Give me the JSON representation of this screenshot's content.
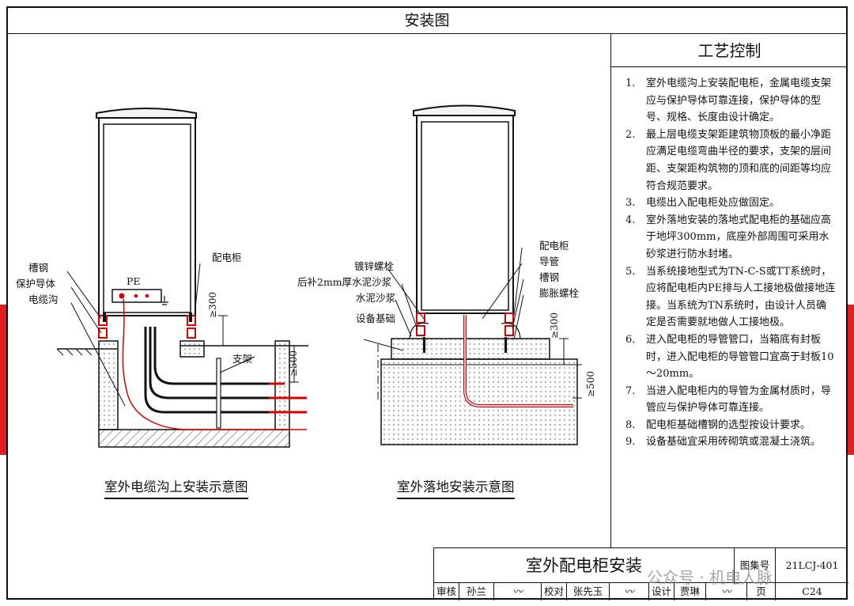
{
  "header": {
    "title": "安装图"
  },
  "process_control": {
    "title": "工艺控制",
    "notes": [
      {
        "num": "1.",
        "text": "室外电缆沟上安装配电柜，金属电缆支架应与保护导体可靠连接，保护导体的型号、规格、长度由设计确定。"
      },
      {
        "num": "2.",
        "text": "最上层电缆支架距建筑物顶板的最小净距应满足电缆弯曲半径的要求，支架的层间距、支架距构筑物的顶和底的间距等均应符合规范要求。"
      },
      {
        "num": "3.",
        "text": "电缆出入配电柜处应做固定。"
      },
      {
        "num": "4.",
        "text": "室外落地安装的落地式配电柜的基础应高于地坪300mm，底座外部周围可采用水砂浆进行防水封堵。"
      },
      {
        "num": "5.",
        "text": "当系统接地型式为TN-C-S或TT系统时，应将配电柜内PE排与人工接地极做接地连接。当系统为TN系统时，由设计人员确定是否需要就地做人工接地极。"
      },
      {
        "num": "6.",
        "text": "进入配电柜的导管管口，当箱底有封板时，进入配电柜的导管管口宜高于封板10～20mm。"
      },
      {
        "num": "7.",
        "text": "当进入配电柜内的导管为金属材质时，导管应与保护导体可靠连接。"
      },
      {
        "num": "8.",
        "text": "配电柜基础槽钢的选型按设计要求。"
      },
      {
        "num": "9.",
        "text": "设备基础宜采用砖砌筑或混凝土浇筑。"
      }
    ]
  },
  "diagram_left": {
    "caption": "室外电缆沟上安装示意图",
    "labels": {
      "channel_steel": "槽钢",
      "protective_conductor": "保护导体",
      "cable_trench": "电缆沟",
      "cabinet": "配电柜",
      "pe": "PE",
      "bracket": "支架",
      "dim_300": "≥300",
      "dim_500": "≥500"
    }
  },
  "diagram_right": {
    "caption": "室外落地安装示意图",
    "labels": {
      "cabinet": "配电柜",
      "galvanized_bolt": "镀锌螺栓",
      "conduit": "导管",
      "post_cement": "后补2mm厚水泥沙浆",
      "channel_steel": "槽钢",
      "cement_mortar": "水泥沙浆",
      "expansion_bolt": "膨胀螺栓",
      "equipment_base": "设备基础",
      "dim_300": "≥300",
      "dim_500": "≥500"
    }
  },
  "title_block": {
    "title": "室外配电柜安装",
    "atlas_label": "图集号",
    "atlas_no": "21LCJ-401",
    "review_label": "审核",
    "reviewer": "孙兰",
    "check_label": "校对",
    "checker": "张先玉",
    "design_label": "设计",
    "designer": "贾琳",
    "page_label": "页",
    "page": "C24"
  },
  "watermark": "公众号 · 机电人脉",
  "colors": {
    "accent_red": "#e02020",
    "line": "#111111",
    "watermark": "#969696"
  }
}
